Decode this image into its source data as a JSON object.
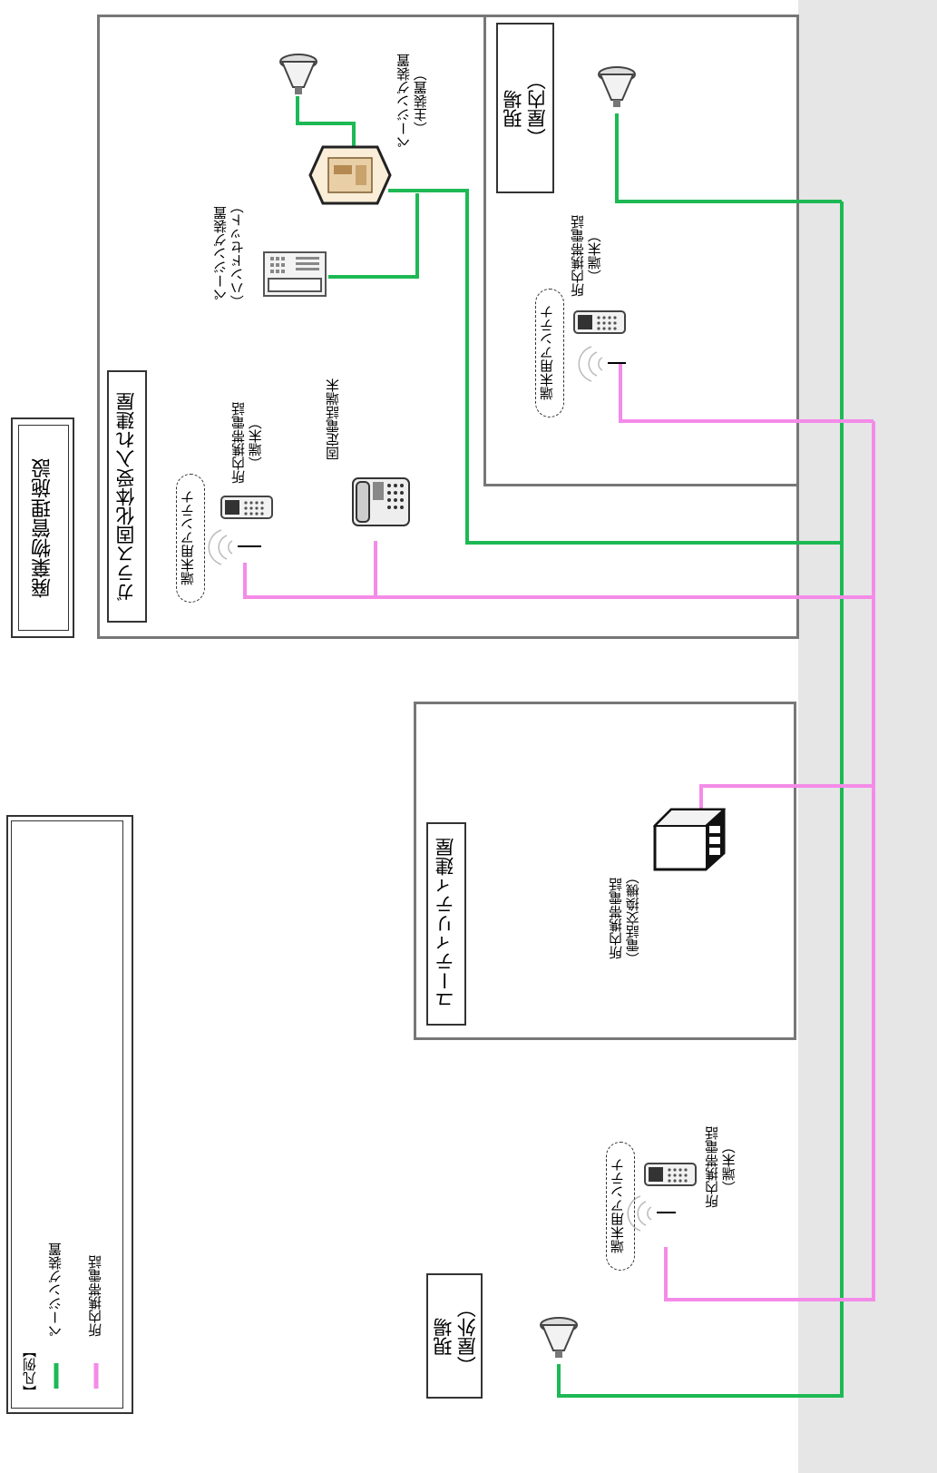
{
  "facility_title": "廃棄物管理施設",
  "buildings": {
    "glass": {
      "label": "ガラス固化体受入れ建屋"
    },
    "onsite_indoor": {
      "label": "現場\n（屋内）"
    },
    "utility": {
      "label": "ユーティリティ建屋"
    },
    "onsite_outdoor": {
      "label": "現場\n（屋外）"
    }
  },
  "devices": {
    "paging_main": "ページング装置\n（主装置）",
    "paging_handset": "ページング装置\n（ハンドセット）",
    "fixed_phone": "固定電話端末",
    "mobile_terminal_glass": "所内携帯電話\n（端末）",
    "mobile_terminal_indoor": "所内携帯電話\n（端末）",
    "mobile_terminal_outdoor": "所内携帯電話\n（端末）",
    "pbx": "所内携帯電話\n（電話交換機）",
    "antenna_glass": "端末用アンテナ",
    "antenna_indoor": "端末用アンテナ",
    "antenna_outdoor": "端末用アンテナ"
  },
  "legend": {
    "title": "【凡例】",
    "items": [
      {
        "label": "ページング装置",
        "color": "#1db954"
      },
      {
        "label": "所内携帯電話",
        "color": "#f48be8"
      }
    ]
  },
  "colors": {
    "paging_line": "#1db954",
    "mobile_line": "#f48be8",
    "shade": "#e6e6e6"
  }
}
